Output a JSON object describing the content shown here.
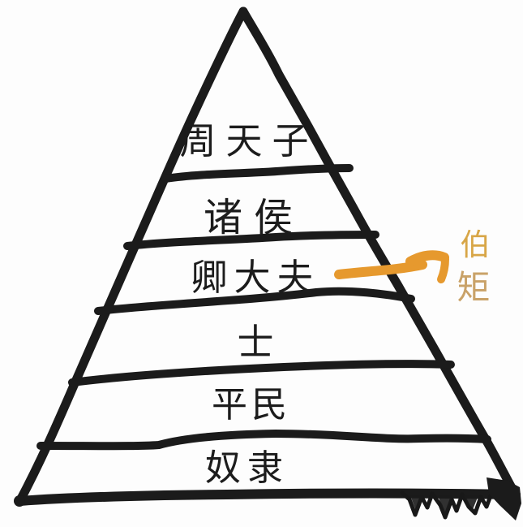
{
  "diagram": {
    "type": "pyramid-hierarchy",
    "subject": "Zhou dynasty social ranks",
    "levels": [
      {
        "rank": 1,
        "label": "周天子"
      },
      {
        "rank": 2,
        "label": "诸侯"
      },
      {
        "rank": 3,
        "label": "卿大夫"
      },
      {
        "rank": 4,
        "label": "士"
      },
      {
        "rank": 5,
        "label": "平民"
      },
      {
        "rank": 6,
        "label": "奴隶"
      }
    ],
    "annotation": {
      "text": "伯矩",
      "line1": "伯",
      "line2": "矩",
      "points_to": "卿大夫"
    },
    "colors": {
      "background": "#fdfdfd",
      "line": "#1b1b1b",
      "arrow": "#E6992E",
      "annotation_char1": "#D8A647",
      "annotation_char2": "#C9A268"
    }
  }
}
